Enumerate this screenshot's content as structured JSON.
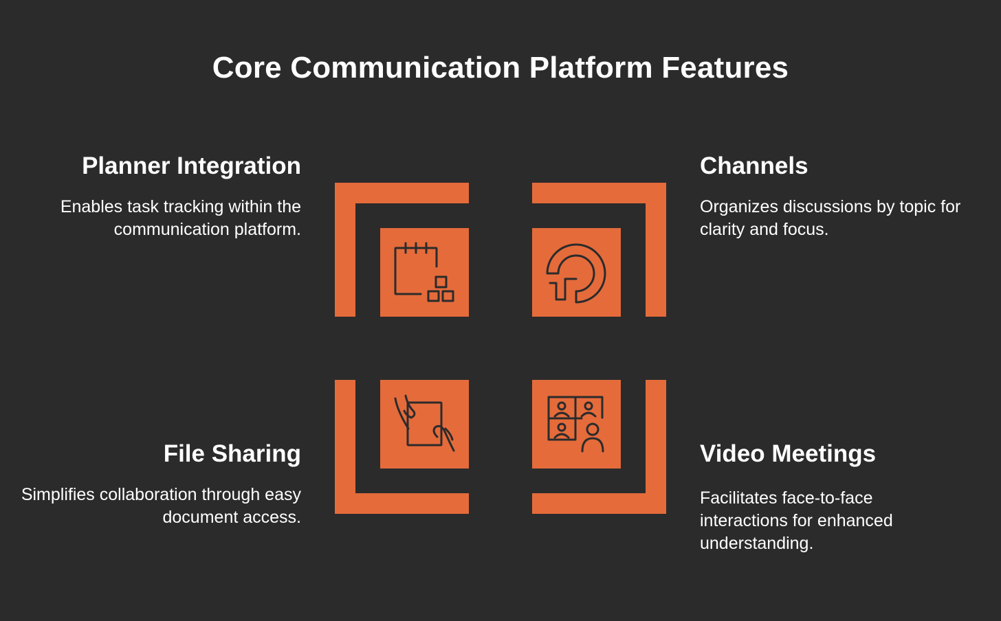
{
  "title": "Core Communication Platform Features",
  "accent_color": "#e56b3b",
  "background_color": "#2b2b2b",
  "features": [
    {
      "heading": "Planner Integration",
      "description": "Enables task tracking within the communication platform.",
      "icon": "calendar-blocks-icon"
    },
    {
      "heading": "Channels",
      "description": "Organizes discussions by topic for clarity and focus.",
      "icon": "channel-ring-icon"
    },
    {
      "heading": "File Sharing",
      "description": "Simplifies collaboration through easy document access.",
      "icon": "hands-document-icon"
    },
    {
      "heading": "Video Meetings",
      "description": "Facilitates face-to-face interactions for enhanced understanding.",
      "icon": "video-grid-people-icon"
    }
  ]
}
